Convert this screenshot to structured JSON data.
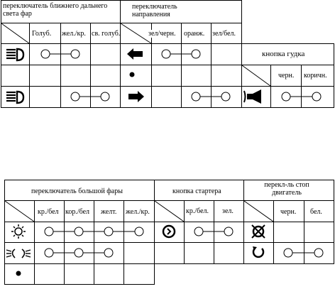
{
  "table1": {
    "headlight_switch": "переключатель ближнего дальнего света фар",
    "turn_switch": "переключатель направления",
    "cols": [
      "Голуб.",
      "жел./кр.",
      "св. голуб.",
      "зел/черн.",
      "оранж.",
      "зел/бел."
    ],
    "horn_button": "кнопка гудка",
    "horn_cols": [
      "черн.",
      "коричн."
    ]
  },
  "table2": {
    "main_switch": "переключатель большой фары",
    "main_cols": [
      "кр./бел",
      "кор./бел",
      "желт.",
      "жел./кр."
    ],
    "starter": "кнопка стартера",
    "starter_cols": [
      "кр./бел.",
      "зел."
    ],
    "stop_switch": "перекл-ль стоп двигатель",
    "stop_cols": [
      "черн.",
      "бел."
    ]
  }
}
